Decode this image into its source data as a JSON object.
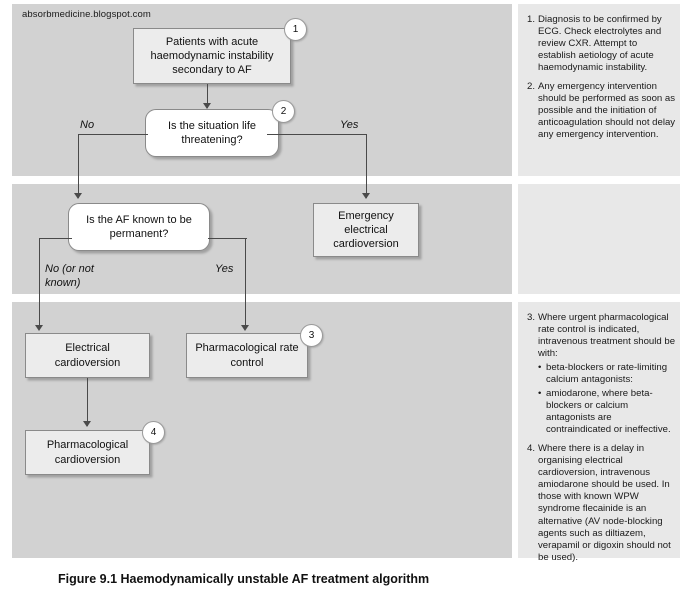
{
  "watermark": "absorbmedicine.blogspot.com",
  "caption": "Figure 9.1 Haemodynamically unstable AF treatment algorithm",
  "colors": {
    "flow_panel_bg": "#d2d2d2",
    "notes_panel_bg": "#e8e8e8",
    "process_fill": "#ececec",
    "decision_fill": "#ffffff",
    "line": "#4a4a4a",
    "border": "#8a8a8a",
    "page_bg": "#ffffff"
  },
  "flowchart": {
    "nodes": [
      {
        "id": "n1",
        "type": "process",
        "badge": "1",
        "text": "Patients with acute haemodynamic instability secondary to AF"
      },
      {
        "id": "n2",
        "type": "decision",
        "badge": "2",
        "text": "Is the situation life threatening?"
      },
      {
        "id": "n3",
        "type": "decision",
        "badge": "",
        "text": "Is the AF known to be permanent?"
      },
      {
        "id": "n4",
        "type": "process",
        "badge": "",
        "text": "Emergency electrical cardioversion"
      },
      {
        "id": "n5",
        "type": "process",
        "badge": "",
        "text": "Electrical cardioversion"
      },
      {
        "id": "n6",
        "type": "process",
        "badge": "3",
        "text": "Pharmacological rate control"
      },
      {
        "id": "n7",
        "type": "process",
        "badge": "4",
        "text": "Pharmacological cardioversion"
      }
    ],
    "branch_labels": {
      "no": "No",
      "yes": "Yes",
      "no_or_not_known": "No (or not\nknown)",
      "yes2": "Yes"
    }
  },
  "notes": {
    "top": [
      {
        "num": "1.",
        "text": "Diagnosis to be confirmed by ECG. Check electrolytes and review CXR. Attempt to establish aetiology of acute haemodynamic instability."
      },
      {
        "num": "2.",
        "text": "Any emergency intervention should be performed as soon as possible and the initiation of anticoagulation should not delay any emergency intervention."
      }
    ],
    "bottom": [
      {
        "num": "3.",
        "text": "Where urgent pharmacological rate control is indicated, intravenous treatment should be with:",
        "bullets": [
          "beta-blockers or rate-limiting calcium antagonists:",
          "amiodarone, where beta-blockers or calcium antagonists are contraindicated or ineffective."
        ]
      },
      {
        "num": "4.",
        "text": "Where there is a delay in organising electrical cardioversion, intravenous amiodarone should be used. In those with known WPW syndrome flecainide is an alternative (AV node-blocking agents such as diltiazem, verapamil or digoxin should not be used).",
        "bullets": []
      }
    ]
  }
}
